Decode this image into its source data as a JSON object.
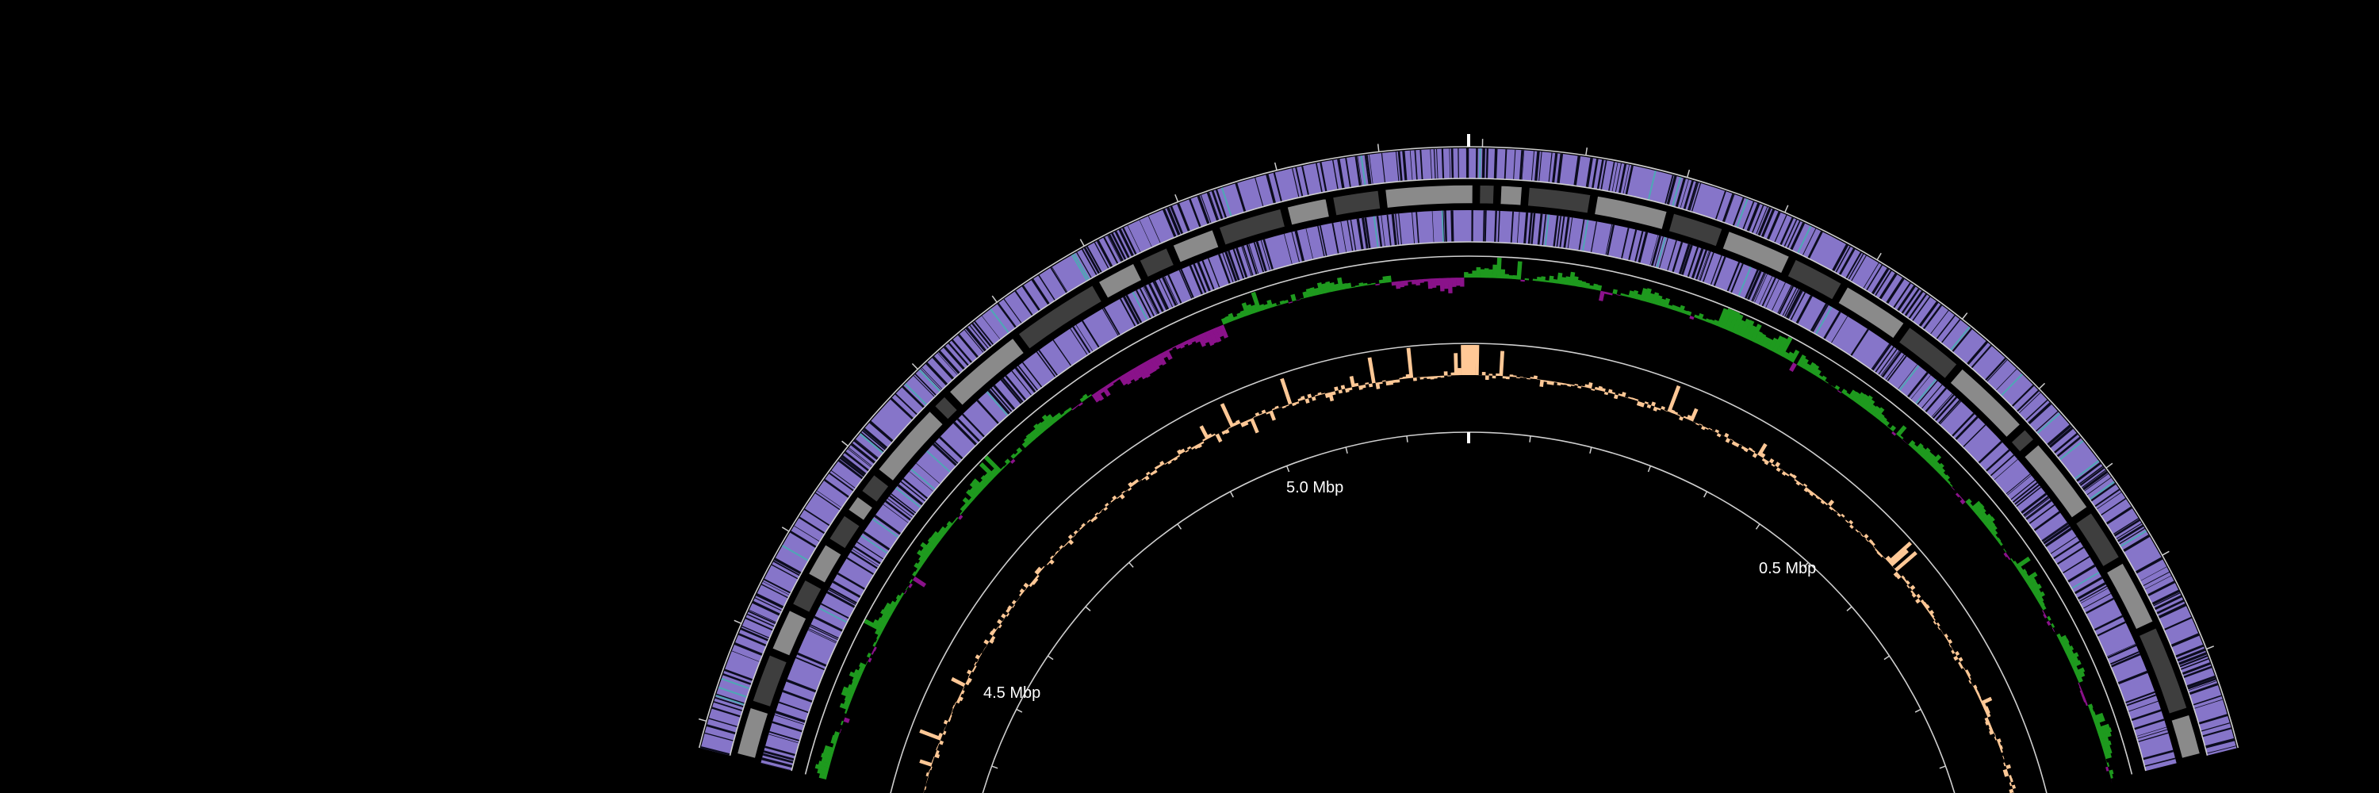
{
  "diagram": {
    "kind": "circular genome map",
    "background_color": "#000000",
    "colors": {
      "cds_tracks": "#8675c9",
      "cds_dark": "#0c0c1e",
      "rna_marks": "#4fa7b5",
      "contig_light": "#8a8a8a",
      "contig_dark": "#3e3e3e",
      "gc_content_positive": "#1e9a1e",
      "gc_content_negative": "#8a128a",
      "gc_skew": "#ffc896",
      "ring_lines": "#cfcfcf",
      "labels": "#ffffff"
    },
    "tracks_outer_to_inner": [
      "CDS (forward strand)",
      "contigs",
      "CDS (reverse strand)",
      "GC content",
      "GC skew",
      "position scale"
    ],
    "scale_labels": [
      {
        "text": "5.0 Mbp"
      },
      {
        "text": "0.5 Mbp"
      },
      {
        "text": "4.5 Mbp"
      }
    ]
  }
}
